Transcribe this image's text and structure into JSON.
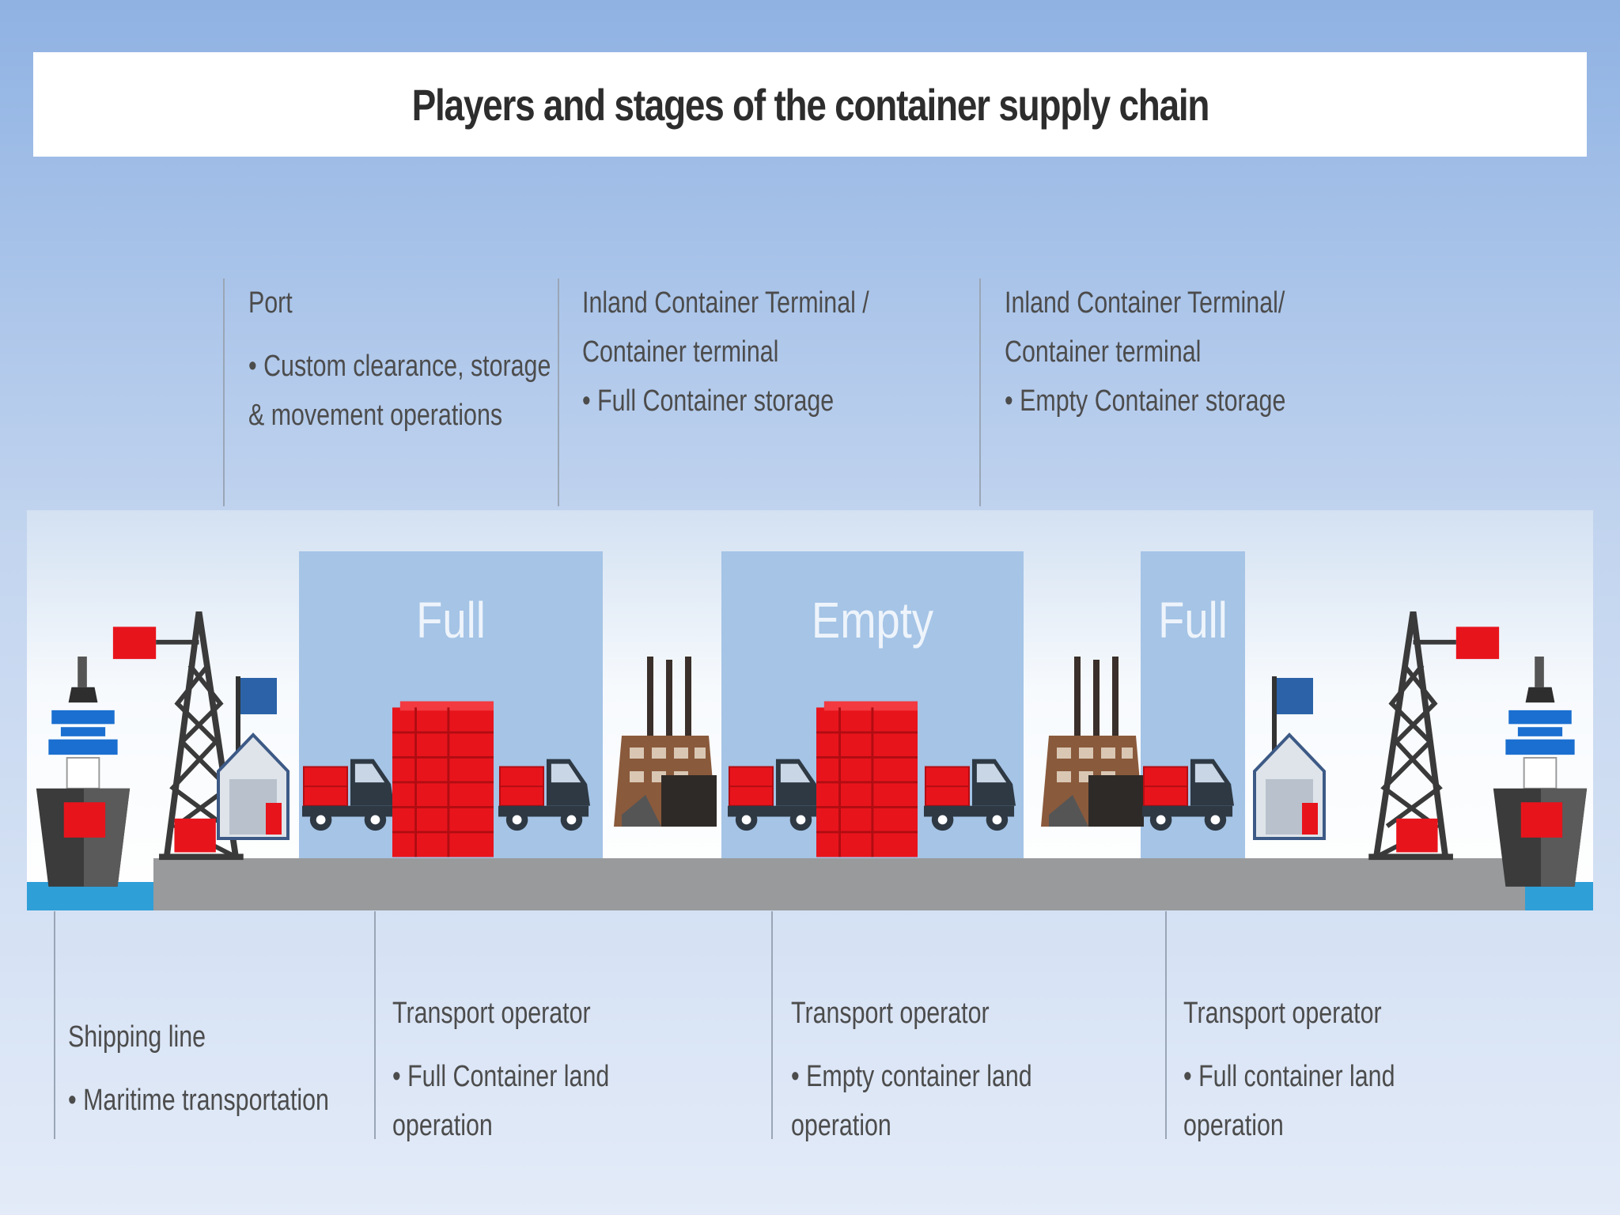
{
  "title": "Players and stages of the container supply  chain",
  "top_labels": [
    {
      "heading": [
        "Port"
      ],
      "bullet": [
        "• Custom clearance, storage",
        "& movement operations"
      ]
    },
    {
      "heading": [
        "Inland Container Terminal /",
        "Container terminal"
      ],
      "bullet": [
        "• Full Container storage"
      ]
    },
    {
      "heading": [
        "Inland Container Terminal/",
        "Container terminal"
      ],
      "bullet": [
        "• Empty Container storage"
      ]
    }
  ],
  "bottom_labels": [
    {
      "heading": [
        "Shipping line"
      ],
      "bullet": [
        "• Maritime transportation"
      ]
    },
    {
      "heading": [
        "Transport operator"
      ],
      "bullet": [
        "• Full Container land",
        "operation"
      ]
    },
    {
      "heading": [
        "Transport operator"
      ],
      "bullet": [
        "• Empty container land",
        "operation"
      ]
    },
    {
      "heading": [
        "Transport operator"
      ],
      "bullet": [
        "• Full container land",
        "operation"
      ]
    }
  ],
  "zones": [
    "Full",
    "Empty",
    "Full"
  ],
  "colors": {
    "container_red": "#e8141c",
    "zone_blue": "#a5c4e6",
    "truck_dark": "#2e3944",
    "road_grey": "#989a9c",
    "water_blue": "#2f9fd8",
    "ship_blue": "#1b6fd0"
  },
  "icons": [
    "ship-icon",
    "crane-icon",
    "customs-house-icon",
    "truck-icon",
    "container-stack-icon",
    "factory-icon"
  ]
}
